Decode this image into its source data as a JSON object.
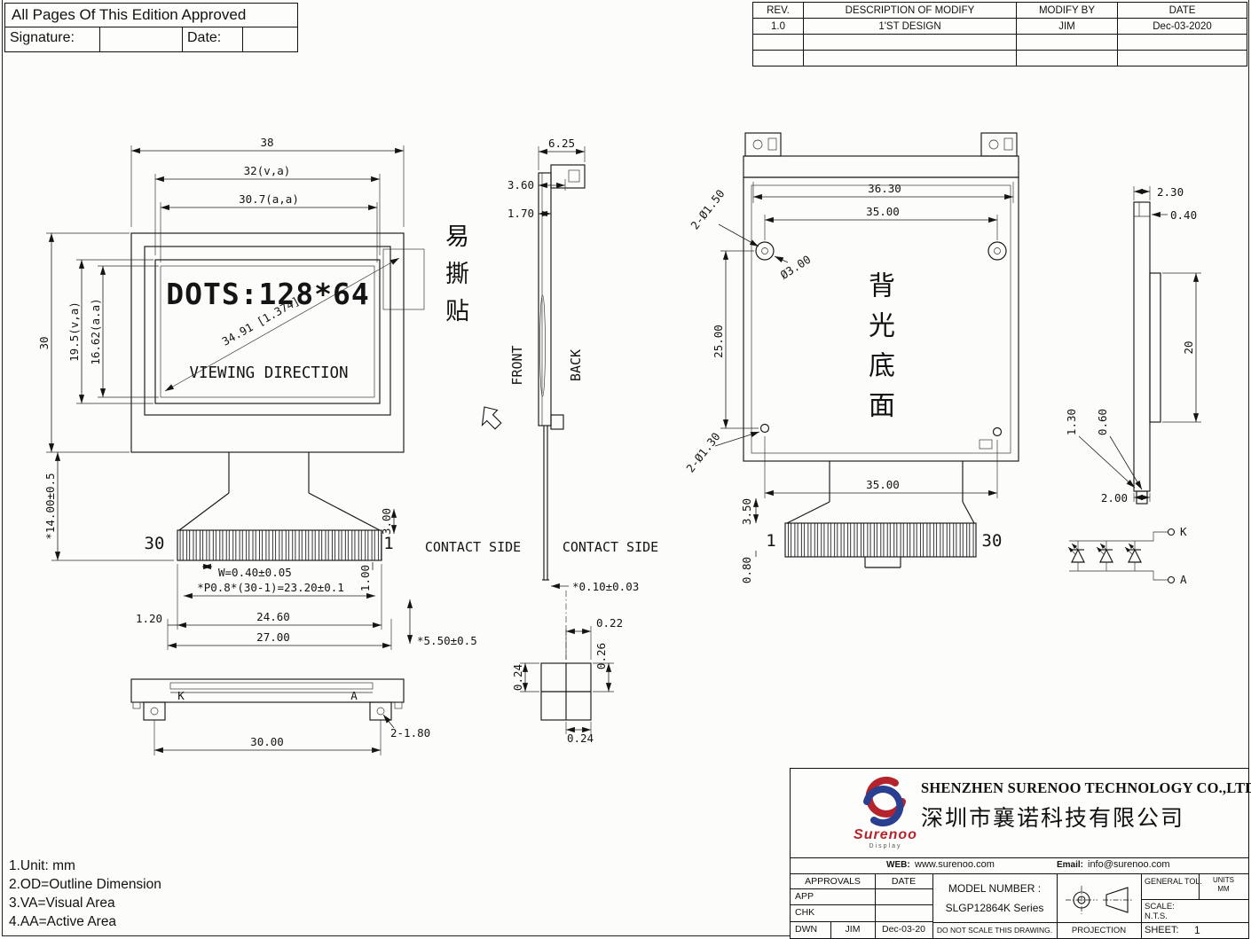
{
  "approval_box": {
    "title": "All Pages Of This Edition Approved",
    "signature_label": "Signature:",
    "date_label": "Date:"
  },
  "revision_table": {
    "col_rev": "REV.",
    "col_description": "DESCRIPTION OF MODIFY",
    "col_modify_by": "MODIFY BY",
    "col_date": "DATE",
    "rows": [
      {
        "rev": "1.0",
        "description": "1'ST DESIGN",
        "modify_by": "JIM",
        "date": "Dec-03-2020"
      }
    ]
  },
  "front_view": {
    "dim_outline_width": "38",
    "dim_va_width": "32(v,a)",
    "dim_aa_width": "30.7(a,a)",
    "dim_outline_height": "30",
    "dim_va_height": "19.5(v,a)",
    "dim_aa_height": "16.62(a.a)",
    "display_text": "DOTS:128*64",
    "dim_diagonal": "34.91 [1.374]",
    "viewing_direction": "VIEWING DIRECTION",
    "sticker_label": "易撕贴",
    "pin_left": "30",
    "pin_right": "1",
    "dim_contact_width": "W=0.40±0.05",
    "dim_pitch": "*P0.8*(30-1)=23.20±0.1",
    "dim_contact_span": "24.60",
    "dim_fpc_width": "27.00",
    "dim_margin": "1.20",
    "dim_fold": "3.00",
    "dim_contact_len": "1.00",
    "dim_fpc_length": "*14.00±0.5",
    "dim_tail": "*5.50±0.5"
  },
  "side_view": {
    "dim_thickness": "6.25",
    "dim_panel": "3.60",
    "dim_bl": "1.70",
    "front_label": "FRONT",
    "back_label": "BACK",
    "contact_side_left": "CONTACT SIDE",
    "contact_side_right": "CONTACT SIDE",
    "dim_fpc_thickness": "*0.10±0.03"
  },
  "back_view": {
    "dim_width_outer": "36.30",
    "dim_hole_span_top": "35.00",
    "dim_hole_span_side": "25.00",
    "dim_holes_small": "2-Ø1.50",
    "dim_hole_big": "Ø3.00",
    "dim_holes_bottom": "2-Ø1.30",
    "backlight_label": "背光底面",
    "dim_hole_span_bottom": "35.00",
    "dim_fpc_offset": "3.50",
    "dim_strip": "0.80",
    "pin_left": "1",
    "pin_right": "30"
  },
  "right_view": {
    "dim_bezel": "2.30",
    "dim_wall": "0.40",
    "dim_height": "20",
    "dim_step1": "1.30",
    "dim_step2": "0.60",
    "dim_bottom": "2.00"
  },
  "led_circuit": {
    "cathode_label": "K",
    "anode_label": "A"
  },
  "bottom_view": {
    "cathode_label": "K",
    "anode_label": "A",
    "dim_holes": "2-1.80",
    "dim_span": "30.00"
  },
  "detail_view": {
    "dim_left": "0.24",
    "dim_top": "0.22",
    "dim_right": "0.26",
    "dim_bottom": "0.24"
  },
  "notes": {
    "line1": "1.Unit: mm",
    "line2": "2.OD=Outline Dimension",
    "line3": "3.VA=Visual Area",
    "line4": "4.AA=Active Area"
  },
  "title_block": {
    "company_en": "SHENZHEN SURENOO TECHNOLOGY CO.,LTD.",
    "company_cn": "深圳市襄诺科技有限公司",
    "logo_text": "Surenoo",
    "logo_sub": "Display",
    "web_label": "WEB:",
    "web_value": "www.surenoo.com",
    "email_label": "Email:",
    "email_value": "info@surenoo.com",
    "approvals_label": "APPROVALS",
    "date_label": "DATE",
    "app_label": "APP",
    "chk_label": "CHK",
    "dwn_label": "DWN",
    "dwn_name": "JIM",
    "dwn_date": "Dec-03-20",
    "model_label": "MODEL NUMBER :",
    "model_value": "SLGP12864K Series",
    "no_scale_note": "DO NOT SCALE THIS DRAWING.",
    "general_tol": "GENERAL TOL.",
    "units_label": "UNITS",
    "units_value": "MM",
    "scale_label": "SCALE:",
    "scale_value": "N.T.S.",
    "projection_label": "PROJECTION",
    "sheet_label": "SHEET:",
    "sheet_value": "1"
  }
}
